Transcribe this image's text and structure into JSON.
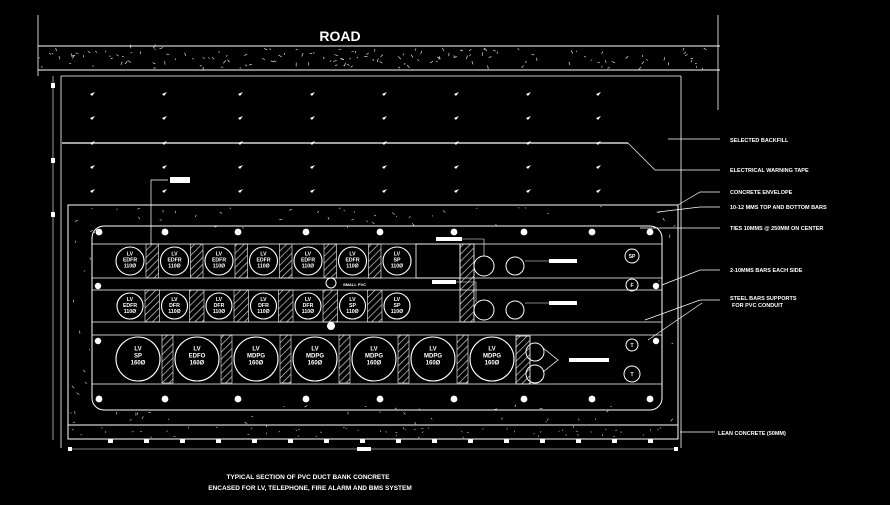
{
  "road_label": "ROAD",
  "annotations": {
    "selected_backfill": "SELECTED BACKFILL",
    "electrical_warning_tape": "ELECTRICAL WARNING TAPE",
    "concrete_envelope": "CONCRETE ENVELOPE",
    "top_bottom_bars": "10-12 MMS TOP AND BOTTOM BARS",
    "ties_on_center": "TIES 10MMS @ 250MM ON CENTER",
    "bars_each_side": "2-10MMS BARS EACH SIDE",
    "steel_bar_supports_1": "STEEL BARS SUPPORTS",
    "steel_bar_supports_2": "FOR PVC CONDUIT",
    "lean_concrete": "LEAN CONCRETE (50MM)"
  },
  "title_line_1": "TYPICAL SECTION OF PVC DUCT BANK CONCRETE",
  "title_line_2": "ENCASED FOR LV, TELEPHONE, FIRE ALARM AND BMS SYSTEM",
  "small_conduit_label": "SMALL PVC",
  "ducts_row1": [
    {
      "l1": "LV",
      "l2": "EDFR",
      "l3": "110Ø"
    },
    {
      "l1": "LV",
      "l2": "EDFR",
      "l3": "110Ø"
    },
    {
      "l1": "LV",
      "l2": "EDFR",
      "l3": "110Ø"
    },
    {
      "l1": "LV",
      "l2": "EDFR",
      "l3": "110Ø"
    },
    {
      "l1": "LV",
      "l2": "EDFR",
      "l3": "110Ø"
    },
    {
      "l1": "LV",
      "l2": "EDFR",
      "l3": "110Ø"
    },
    {
      "l1": "LV",
      "l2": "SP",
      "l3": "110Ø"
    }
  ],
  "ducts_row2": [
    {
      "l1": "LV",
      "l2": "EDFR",
      "l3": "110Ø"
    },
    {
      "l1": "LV",
      "l2": "DFR",
      "l3": "110Ø"
    },
    {
      "l1": "LV",
      "l2": "DFR",
      "l3": "110Ø"
    },
    {
      "l1": "LV",
      "l2": "DFR",
      "l3": "110Ø"
    },
    {
      "l1": "LV",
      "l2": "DFR",
      "l3": "110Ø"
    },
    {
      "l1": "LV",
      "l2": "SP",
      "l3": "110Ø"
    },
    {
      "l1": "LV",
      "l2": "SP",
      "l3": "110Ø"
    }
  ],
  "ducts_row3": [
    {
      "l1": "LV",
      "l2": "SP",
      "l3": "160Ø"
    },
    {
      "l1": "LV",
      "l2": "EDFO",
      "l3": "160Ø"
    },
    {
      "l1": "LV",
      "l2": "MDPG",
      "l3": "160Ø"
    },
    {
      "l1": "LV",
      "l2": "MDPG",
      "l3": "160Ø"
    },
    {
      "l1": "LV",
      "l2": "MDPG",
      "l3": "160Ø"
    },
    {
      "l1": "LV",
      "l2": "MDPG",
      "l3": "160Ø"
    },
    {
      "l1": "LV",
      "l2": "MDPG",
      "l3": "160Ø"
    }
  ],
  "right_tags": [
    "SP",
    "F",
    "T",
    "T"
  ],
  "colors": {
    "background": "#000000",
    "lines": "#ffffff",
    "hatch": "#cfcfcf"
  }
}
